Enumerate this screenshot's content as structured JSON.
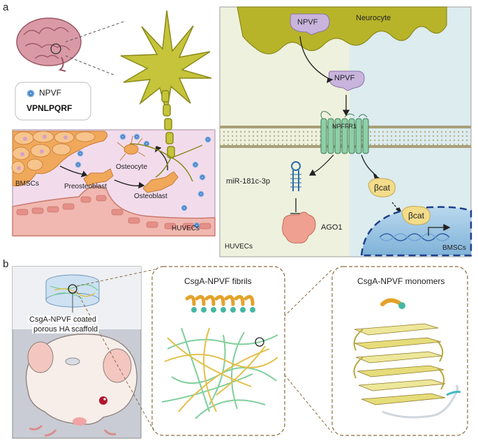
{
  "panel_a": {
    "letter": "a",
    "legend": {
      "molecule": "NPVF",
      "sequence": "VPNLPQRF"
    },
    "left": {
      "cells": [
        "BMSCs",
        "Preosteoblast",
        "Osteocyte",
        "Osteoblast",
        "HUVECs"
      ]
    },
    "right": {
      "neurocyte": "Neurocyte",
      "npvf_top": "NPVF",
      "npvf_mid": "NPVF",
      "receptor": "NPFFR1",
      "mirna": "miR-181c-3p",
      "ago": "AGO1",
      "bcat_1": "βcat",
      "bcat_2": "βcat",
      "huvecs": "HUVECs",
      "bmscs": "BMSCs"
    }
  },
  "panel_b": {
    "letter": "b",
    "scaffold_line1": "CsgA-NPVF coated",
    "scaffold_line2": "porous HA scaffold",
    "fibrils_title": "CsgA-NPVF fibrils",
    "monomers_title": "CsgA-NPVF monomers"
  },
  "colors": {
    "bone_pink": "#f2dcec",
    "vessel": "#e8a8a0",
    "neuron": "#b5b828",
    "cell_orange": "#f0a85a",
    "npvf_purple": "#c8b4dc",
    "ago_salmon": "#f0a090",
    "bcat_yellow": "#f3dc8a",
    "receptor_green": "#8fcfa8",
    "left_bg": "#eef1de",
    "right_bg": "#dcecef",
    "fibril_green": "#7fcf9c",
    "fibril_yellow": "#e3c04a"
  }
}
